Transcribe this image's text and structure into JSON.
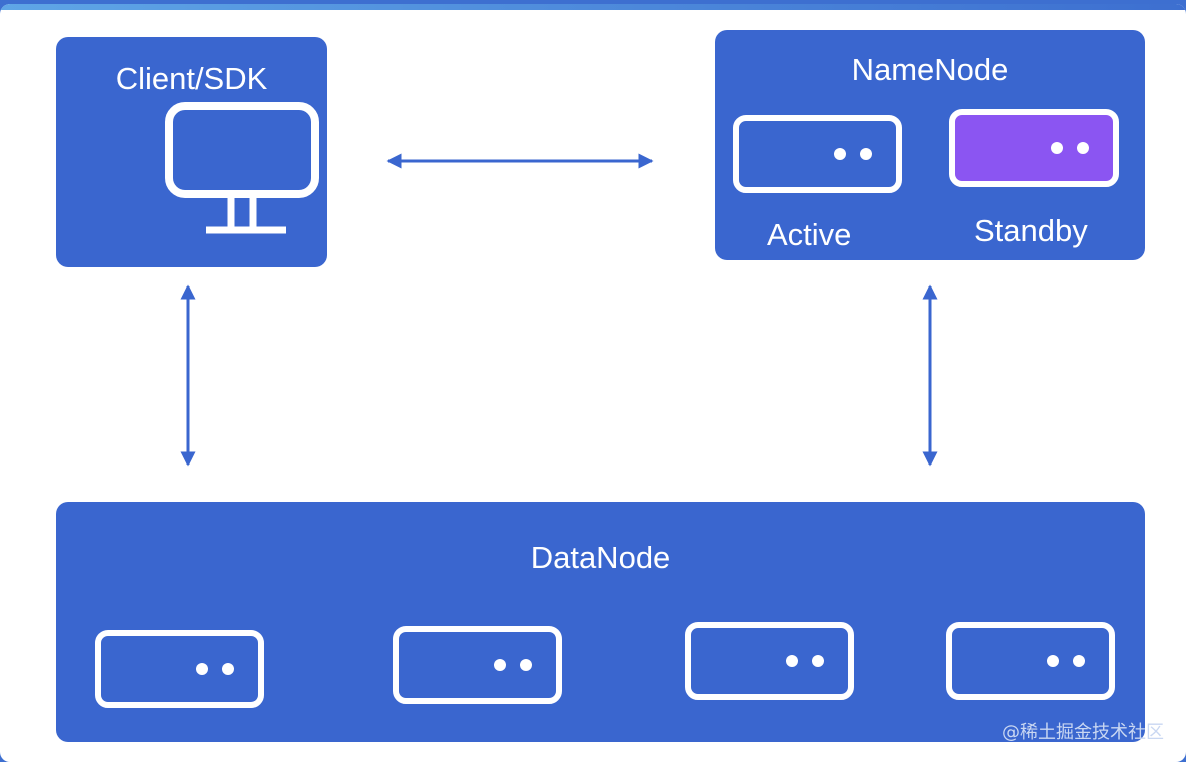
{
  "client": {
    "title": "Client/SDK",
    "icon": "monitor-icon"
  },
  "namenode": {
    "title": "NameNode",
    "nodes": [
      {
        "label": "Active",
        "icon": "server-icon",
        "fill": "#3a66cf"
      },
      {
        "label": "Standby",
        "icon": "server-icon",
        "fill": "#8b55f2"
      }
    ]
  },
  "datanode": {
    "title": "DataNode",
    "node_count": 4,
    "icon": "server-icon"
  },
  "connections": [
    {
      "from": "client",
      "to": "namenode",
      "style": "bidirectional-arrow"
    },
    {
      "from": "client",
      "to": "datanode",
      "style": "bidirectional-arrow"
    },
    {
      "from": "namenode",
      "to": "datanode",
      "style": "bidirectional-arrow"
    }
  ],
  "watermark": "@稀土掘金技术社区",
  "colors": {
    "panel": "#3a66cf",
    "standby": "#8b55f2",
    "arrow": "#3a66cf",
    "background": "#ffffff"
  }
}
